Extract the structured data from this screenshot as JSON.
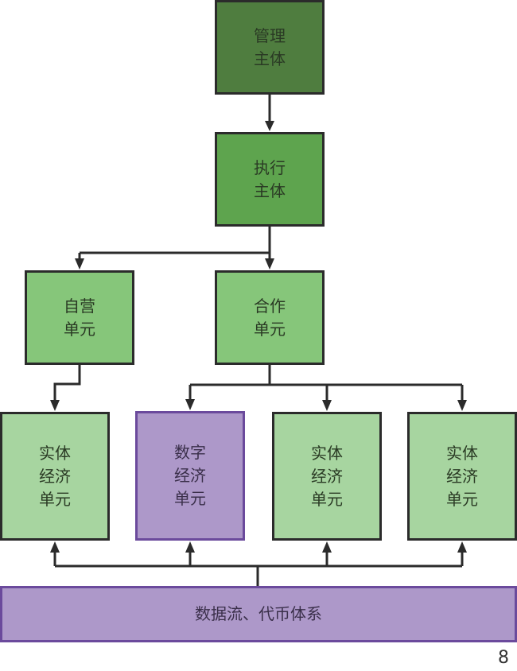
{
  "diagram": {
    "nodes": {
      "management": "管理\n主体",
      "execution": "执行\n主体",
      "self_operated": "自营\n单元",
      "cooperative": "合作\n单元",
      "physical_1": "实体\n经济\n单元",
      "digital": "数字\n经济\n单元",
      "physical_2": "实体\n经济\n单元",
      "physical_3": "实体\n经济\n单元",
      "data_flow": "数据流、代币体系"
    },
    "colors": {
      "management": "#4f7d3f",
      "execution": "#5ea44e",
      "unit": "#86c67a",
      "economy": "#a7d5a0",
      "digital": "#ad98c9",
      "digital_border": "#6b4a9c"
    },
    "edges": [
      {
        "from": "management",
        "to": "execution"
      },
      {
        "from": "execution",
        "to": "self_operated"
      },
      {
        "from": "execution",
        "to": "cooperative"
      },
      {
        "from": "self_operated",
        "to": "physical_1"
      },
      {
        "from": "cooperative",
        "to": "digital"
      },
      {
        "from": "cooperative",
        "to": "physical_2"
      },
      {
        "from": "cooperative",
        "to": "physical_3"
      },
      {
        "from": "data_flow",
        "to": "physical_1"
      },
      {
        "from": "data_flow",
        "to": "digital"
      },
      {
        "from": "data_flow",
        "to": "physical_2"
      },
      {
        "from": "data_flow",
        "to": "physical_3"
      }
    ]
  },
  "page_number": "8"
}
